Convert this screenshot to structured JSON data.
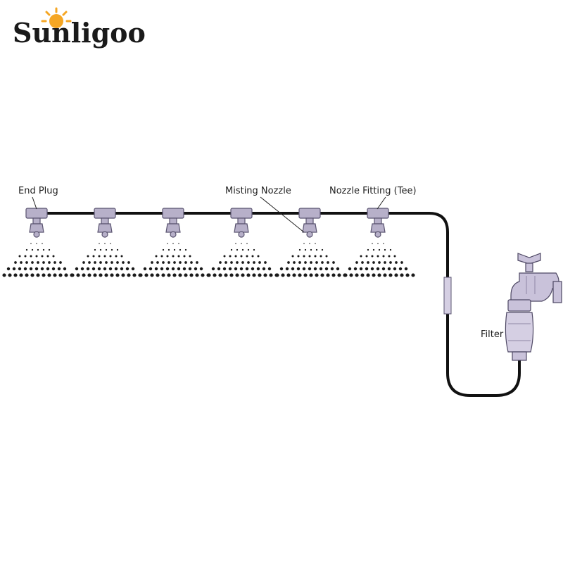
{
  "brand": {
    "name": "Sunligoo",
    "sun_color": "#f5a623"
  },
  "labels": {
    "end_plug": "End Plug",
    "misting_nozzle": "Misting Nozzle",
    "nozzle_fitting": "Nozzle Fitting (Tee)",
    "filter": "Filter"
  },
  "colors": {
    "pipe": "#111111",
    "fitting": "#b7b0c9",
    "fitting_stroke": "#5a5470",
    "mist": "#1a1a1a",
    "faucet": "#c9c2da"
  },
  "nozzle_count": 6
}
